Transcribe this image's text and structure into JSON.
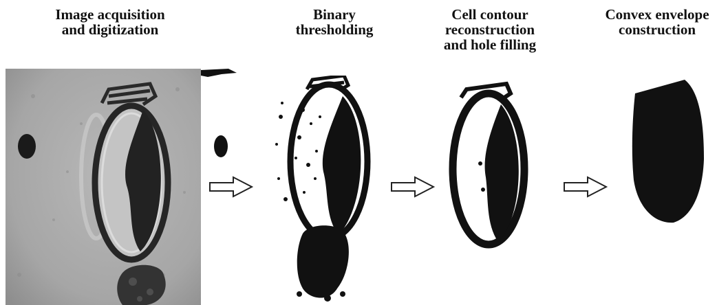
{
  "steps": [
    {
      "title_lines": [
        "Image acquisition",
        "and digitization"
      ]
    },
    {
      "title_lines": [
        "Binary",
        "thresholding"
      ]
    },
    {
      "title_lines": [
        "Cell contour",
        "reconstruction",
        "and hole filling"
      ]
    },
    {
      "title_lines": [
        "Convex envelope",
        "construction"
      ]
    }
  ],
  "colors": {
    "ink": "#111111",
    "photo_background": "#a9a9a9",
    "arrow_outline": "#222222"
  },
  "icons": [
    "right-arrow-icon",
    "right-arrow-icon",
    "right-arrow-icon"
  ]
}
